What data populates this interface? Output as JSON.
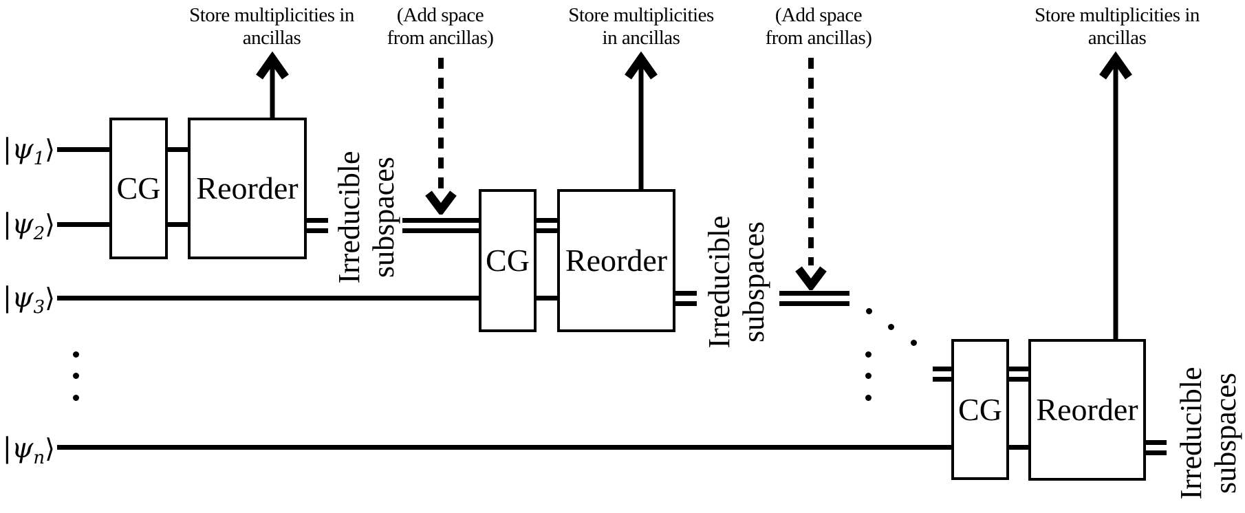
{
  "figure": {
    "background": "#ffffff",
    "ink": "#000000",
    "description": "Cascaded Clebsch-Gordan (CG) and Reorder circuit acting on inputs"
  },
  "inputs": [
    {
      "bar": "|",
      "psi": "ψ",
      "sub": "1",
      "ket": "⟩"
    },
    {
      "bar": "|",
      "psi": "ψ",
      "sub": "2",
      "ket": "⟩"
    },
    {
      "bar": "|",
      "psi": "ψ",
      "sub": "3",
      "ket": "⟩"
    },
    {
      "bar": "|",
      "psi": "ψ",
      "sub": "n",
      "ket": "⟩"
    }
  ],
  "stages": [
    {
      "cg": "CG",
      "reorder": "Reorder",
      "store_line1": "Store multiplicities in",
      "store_line2": "ancillas",
      "irreps_line1": "Irreducible",
      "irreps_line2": "subspaces"
    },
    {
      "cg": "CG",
      "reorder": "Reorder",
      "add_line1": "(Add space",
      "add_line2": "from ancillas)",
      "store_line1": "Store multiplicities",
      "store_line2": "in ancillas",
      "irreps_line1": "Irreducible",
      "irreps_line2": "subspaces"
    },
    {
      "cg": "CG",
      "reorder": "Reorder",
      "add_line1": "(Add space",
      "add_line2": "from ancillas)",
      "store_line1": "Store multiplicities in",
      "store_line2": "ancillas",
      "irreps_line1": "Irreducible",
      "irreps_line2": "subspaces"
    }
  ]
}
